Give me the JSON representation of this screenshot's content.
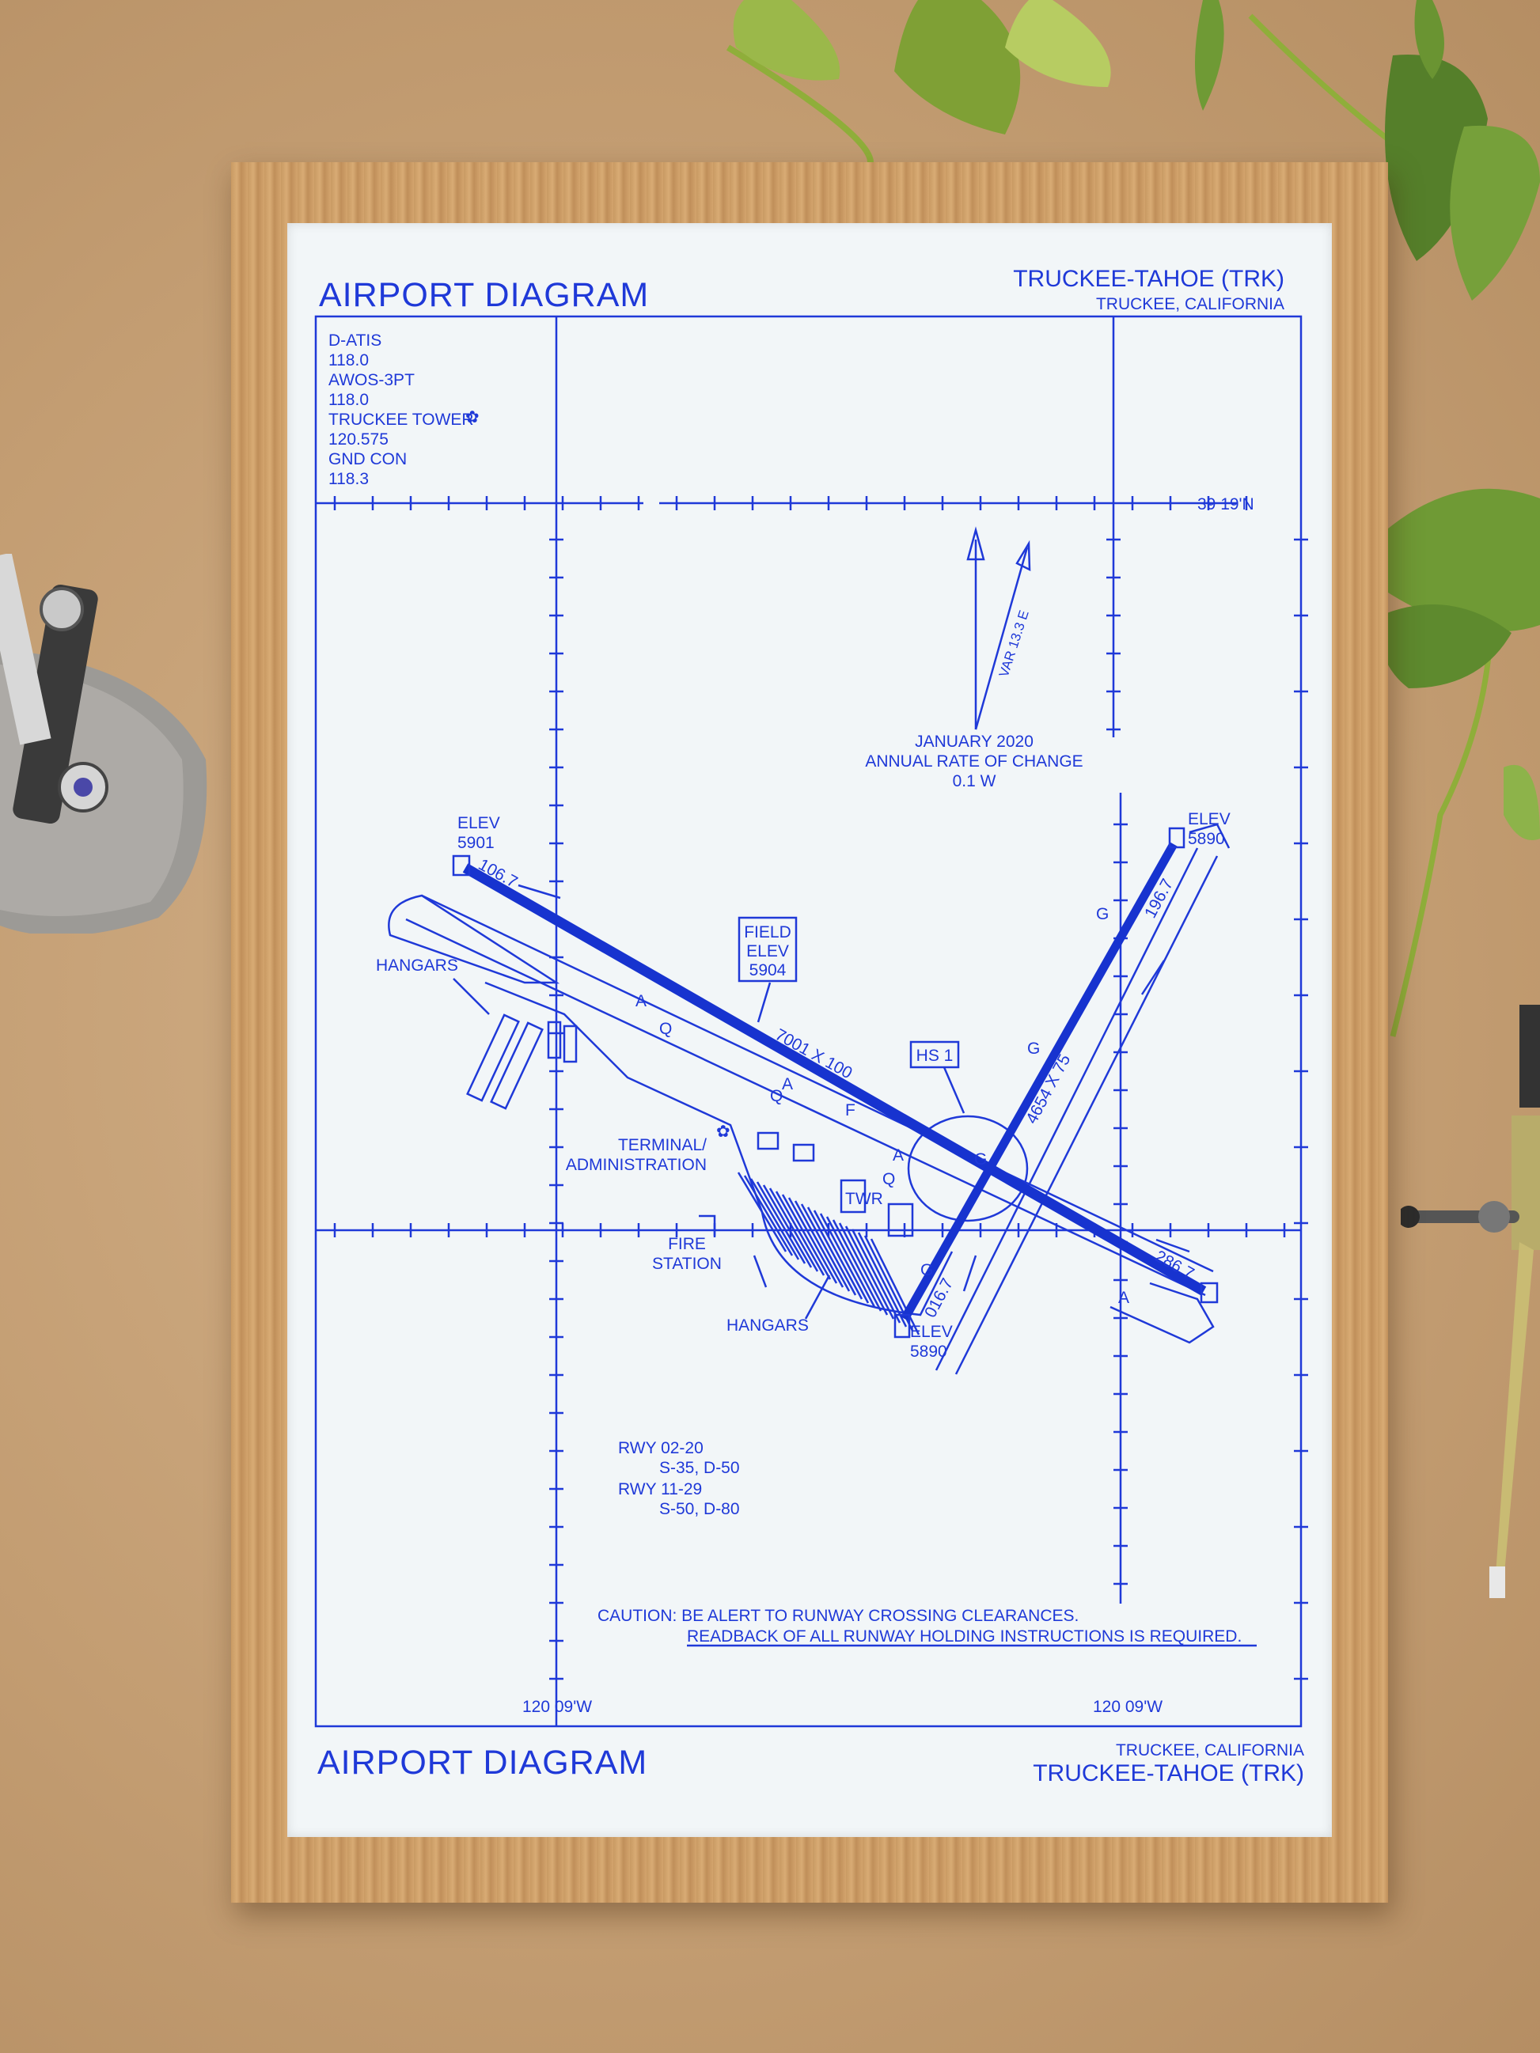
{
  "diagram": {
    "title_top": "AIRPORT DIAGRAM",
    "title_bottom": "AIRPORT DIAGRAM",
    "airport_name_top": "TRUCKEE-TAHOE (TRK)",
    "city_top": "TRUCKEE, CALIFORNIA",
    "airport_name_bottom": "TRUCKEE-TAHOE (TRK)",
    "city_bottom": "TRUCKEE, CALIFORNIA",
    "frequencies": [
      "D-ATIS",
      "118.0",
      "AWOS-3PT",
      "118.0",
      "TRUCKEE TOWER",
      "120.575",
      "GND CON",
      "118.3"
    ],
    "latitude_label": "39 19'N",
    "longitude_left": "120 09'W",
    "longitude_right": "120 09'W",
    "variation": "VAR 13.3 E",
    "rate_of_change": [
      "JANUARY 2020",
      "ANNUAL RATE OF CHANGE",
      "0.1  W"
    ],
    "field_elev": [
      "FIELD",
      "ELEV",
      "5904"
    ],
    "elev_nw": [
      "ELEV",
      "5901"
    ],
    "elev_ne": [
      "ELEV",
      "5890"
    ],
    "elev_s": [
      "ELEV",
      "5890"
    ],
    "hs1": "HS 1",
    "rwy_11_29_size": "7001 X 100",
    "rwy_02_20_size": "4654 X 75",
    "heading_106": "106.7",
    "heading_196": "196.7",
    "heading_286": "286.7",
    "heading_016": "016.7",
    "hangars_nw": "HANGARS",
    "hangars_s": "HANGARS",
    "terminal": [
      "TERMINAL/",
      "ADMINISTRATION"
    ],
    "fire_station": [
      "FIRE",
      "STATION"
    ],
    "twr": "TWR",
    "taxiway_a": "A",
    "taxiway_g": "G",
    "taxiway_q": "Q",
    "taxiway_f": "F",
    "rwy_info": [
      "RWY 02-20",
      "S-35, D-50",
      "RWY 11-29",
      "S-50, D-80"
    ],
    "caution": [
      "CAUTION: BE ALERT TO RUNWAY CROSSING CLEARANCES.",
      "READBACK OF ALL RUNWAY HOLDING INSTRUCTIONS IS REQUIRED."
    ],
    "colors": {
      "ink": "#1f39d8",
      "runway": "#1733cf",
      "paper": "#f2f6f8",
      "frame": "#d2a46d"
    }
  }
}
